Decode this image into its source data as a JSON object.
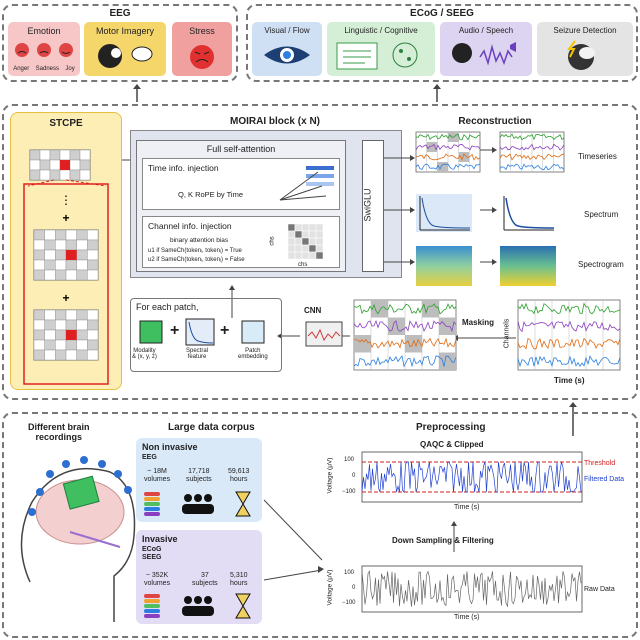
{
  "eeg": {
    "title": "EEG",
    "tasks": [
      {
        "label": "Emotion",
        "bg": "#f7c7c7"
      },
      {
        "label": "Motor Imagery",
        "bg": "#f5d66a"
      },
      {
        "label": "Stress",
        "bg": "#f1a0a0"
      }
    ],
    "emotion_faces": [
      "Anger",
      "Sadness",
      "Joy"
    ]
  },
  "ecog": {
    "title": "ECoG / SEEG",
    "tasks": [
      {
        "label": "Visual / Flow",
        "bg": "#cfe0f4"
      },
      {
        "label": "Linguistic / Cognitive",
        "bg": "#d4efd6"
      },
      {
        "label": "Audio / Speech",
        "bg": "#ddd4f1"
      },
      {
        "label": "Seizure Detection",
        "bg": "#e4e4e4"
      }
    ]
  },
  "stcpe": {
    "title": "STCPE"
  },
  "moirai": {
    "title": "MOIRAI block (x N)",
    "attention_title": "Full self-attention",
    "time_title": "Time info. injection",
    "time_text": "Q, K RoPE by Time",
    "channel_title": "Channel info. injection",
    "bias_title": "binary attention bias",
    "bias_line1": "u1 if SameCh(tokenᵢ, tokenⱼ) = True",
    "bias_line2": "u2 if SameCh(tokenᵢ, tokenⱼ) = False",
    "chs": "chs",
    "swiglu": "SwiGLU"
  },
  "reconstruction": {
    "title": "Reconstruction",
    "items": [
      "Timeseries",
      "Spectrum",
      "Spectrogram"
    ]
  },
  "patch": {
    "title": "For each patch,",
    "cnn": "CNN",
    "items": [
      "Modality\n& (x, y, z)",
      "Spectral\nfeature",
      "Patch\nembedding"
    ]
  },
  "masking": {
    "label": "Masking",
    "channels": "Channels",
    "time": "Time (s)"
  },
  "bottom": {
    "brain_title": "Different brain\nrecordings",
    "corpus_title": "Large data corpus",
    "noninvasive": {
      "title": "Non invasive",
      "sub": "EEG",
      "stats": [
        {
          "v": "~ 18M",
          "u": "volumes"
        },
        {
          "v": "17,718",
          "u": "subjects"
        },
        {
          "v": "59,613",
          "u": "hours"
        }
      ]
    },
    "invasive": {
      "title": "Invasive",
      "sub": "ECoG\nSEEG",
      "stats": [
        {
          "v": "~ 352K",
          "u": "volumes"
        },
        {
          "v": "37",
          "u": "subjects"
        },
        {
          "v": "5,310",
          "u": "hours"
        }
      ]
    }
  },
  "preprocessing": {
    "title": "Preprocessing",
    "qaqc": "QAQC & Clipped",
    "threshold": "Threshold",
    "filtered": "Filtered Data",
    "ylabel": "Voltage (μV)",
    "xlabel": "Time (s)",
    "down": "Down Sampling & Filtering",
    "raw": "Raw Data",
    "yticks": [
      "100",
      "0",
      "−100"
    ]
  },
  "colors": {
    "ch": [
      "#2aa02a",
      "#8a3fc0",
      "#e06a10",
      "#2c7fe0"
    ]
  }
}
